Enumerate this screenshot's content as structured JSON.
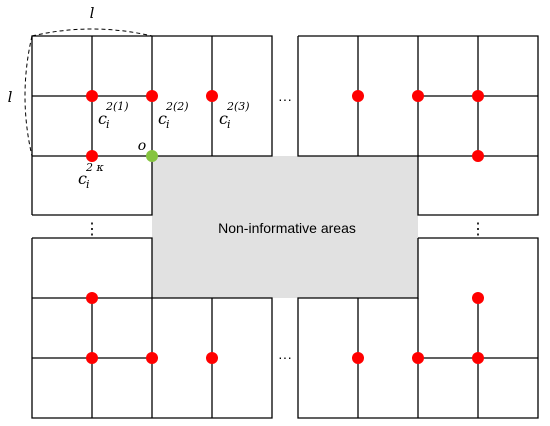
{
  "colors": {
    "grid_line": "#000000",
    "dot": "#ff0000",
    "origin_dot": "#86c440",
    "non_informative_fill": "#e1e1e1"
  },
  "labels": {
    "dim_top": "l",
    "dim_left": "l",
    "origin": "o",
    "c_base": "c",
    "c_sub": "i",
    "c1_sup": "2(1)",
    "c2_sup": "2(2)",
    "c3_sup": "2(3)",
    "ck_sup": "2 κ",
    "non_informative": "Non-informative areas",
    "ellipsis_h": "···",
    "ellipsis_v": "⋮"
  }
}
